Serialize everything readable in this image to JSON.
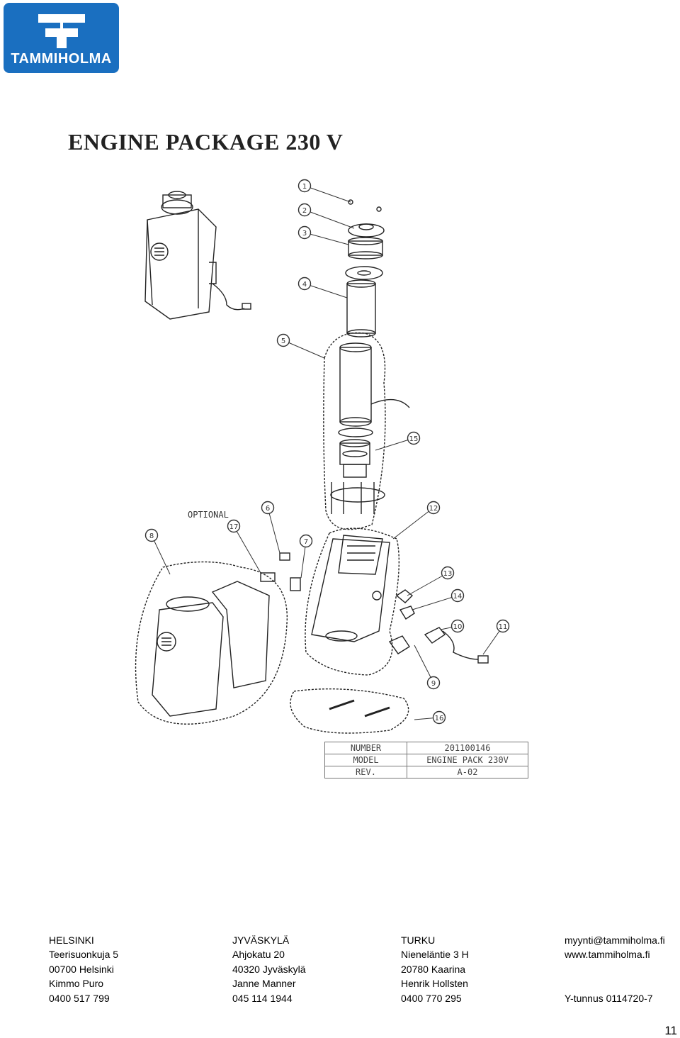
{
  "logo": {
    "text": "TAMMIHOLMA",
    "color": "#1a6fc0"
  },
  "title": "ENGINE PACKAGE 230 V",
  "drawing": {
    "optional_label": "OPTIONAL",
    "callouts": [
      "1",
      "2",
      "3",
      "4",
      "5",
      "6",
      "7",
      "8",
      "9",
      "10",
      "11",
      "12",
      "13",
      "14",
      "15",
      "16",
      "17"
    ]
  },
  "title_block": {
    "rows": [
      {
        "key": "NUMBER",
        "value": "201100146"
      },
      {
        "key": "MODEL",
        "value": "ENGINE PACK 230V"
      },
      {
        "key": "REV.",
        "value": "A-02"
      }
    ]
  },
  "footer": {
    "helsinki": [
      "HELSINKI",
      "Teerisuonkuja 5",
      "00700 Helsinki",
      "Kimmo Puro",
      "0400 517 799"
    ],
    "jyvaskyla": [
      "JYVÄSKYLÄ",
      "Ahjokatu 20",
      "40320 Jyväskylä",
      "Janne Manner",
      "045 114 1944"
    ],
    "turku": [
      "TURKU",
      "Nieneläntie 3 H",
      "20780 Kaarina",
      "Henrik Hollsten",
      "0400 770 295"
    ],
    "contact": {
      "email": "myynti@tammiholma.fi",
      "web": "www.tammiholma.fi",
      "business_id": "Y-tunnus 0114720-7"
    }
  },
  "page_number": "11"
}
